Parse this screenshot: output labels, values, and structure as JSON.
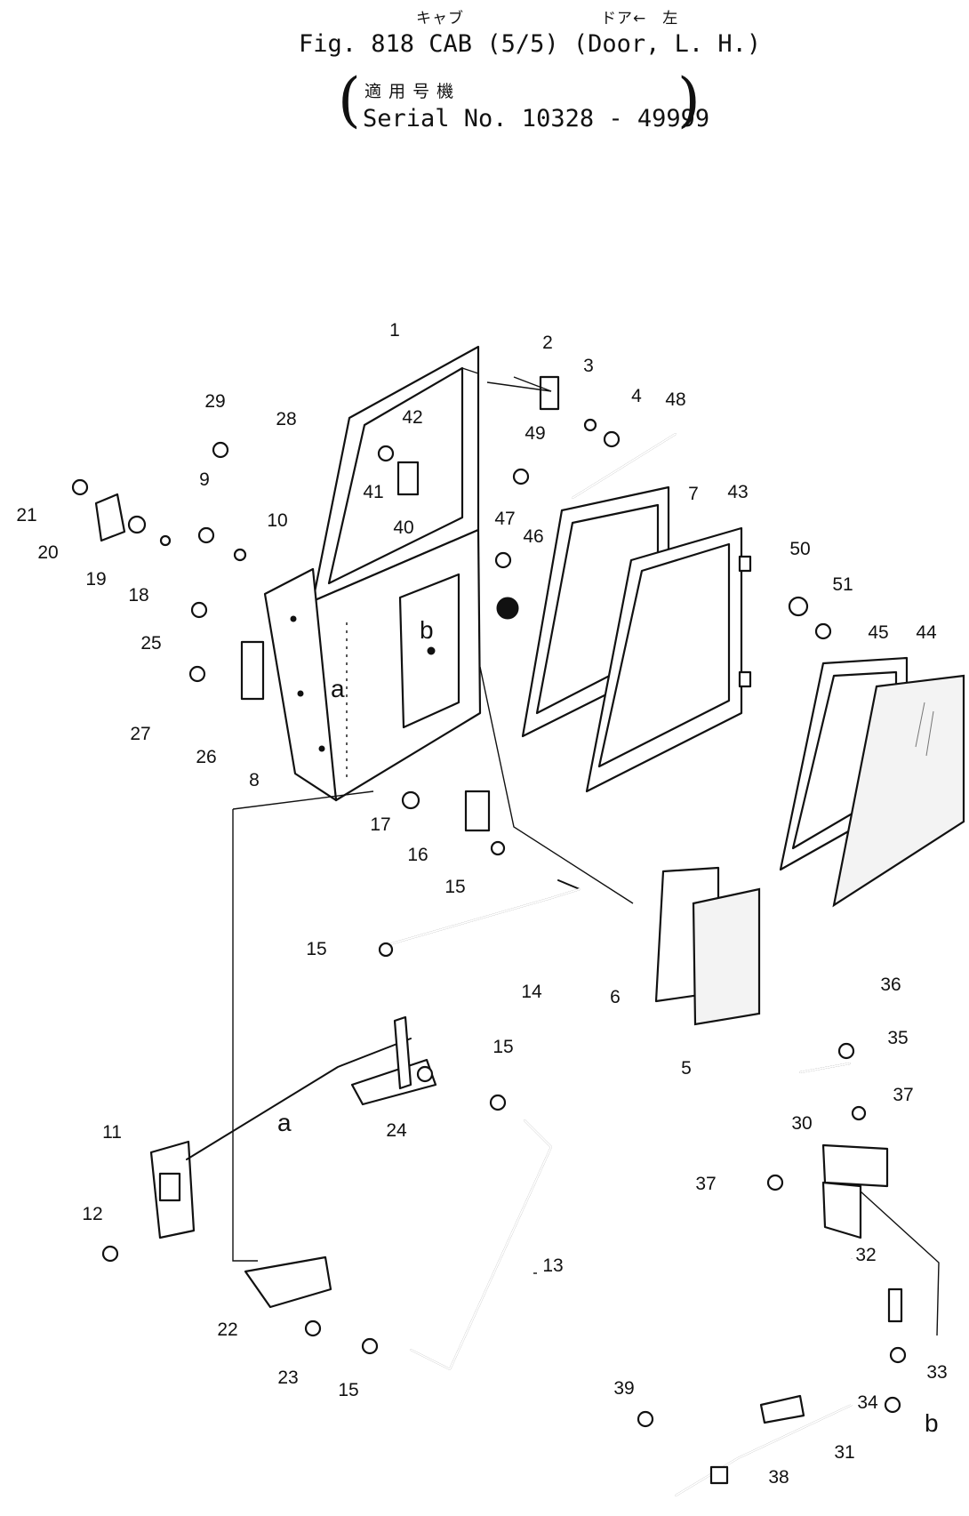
{
  "header": {
    "jp_cab": "キャブ",
    "jp_door": "ドア←　左",
    "title": "Fig. 818 CAB (5/5) (Door, L. H.)",
    "jp_serial": "適 用 号 機",
    "serial": "Serial No. 10328 - 49999"
  },
  "callouts": [
    "1",
    "2",
    "3",
    "4",
    "48",
    "29",
    "28",
    "42",
    "49",
    "7",
    "43",
    "21",
    "20",
    "19",
    "18",
    "9",
    "10",
    "41",
    "40",
    "47",
    "46",
    "50",
    "51",
    "45",
    "44",
    "25",
    "27",
    "26",
    "8",
    "17",
    "16",
    "15",
    "15",
    "14",
    "6",
    "5",
    "36",
    "35",
    "37",
    "30",
    "37",
    "11",
    "12",
    "24",
    "15",
    "13",
    "32",
    "22",
    "23",
    "15",
    "33",
    "34",
    "39",
    "31",
    "38"
  ],
  "refs": {
    "a1": "a",
    "b1": "b",
    "a2": "a",
    "b2": "b"
  }
}
